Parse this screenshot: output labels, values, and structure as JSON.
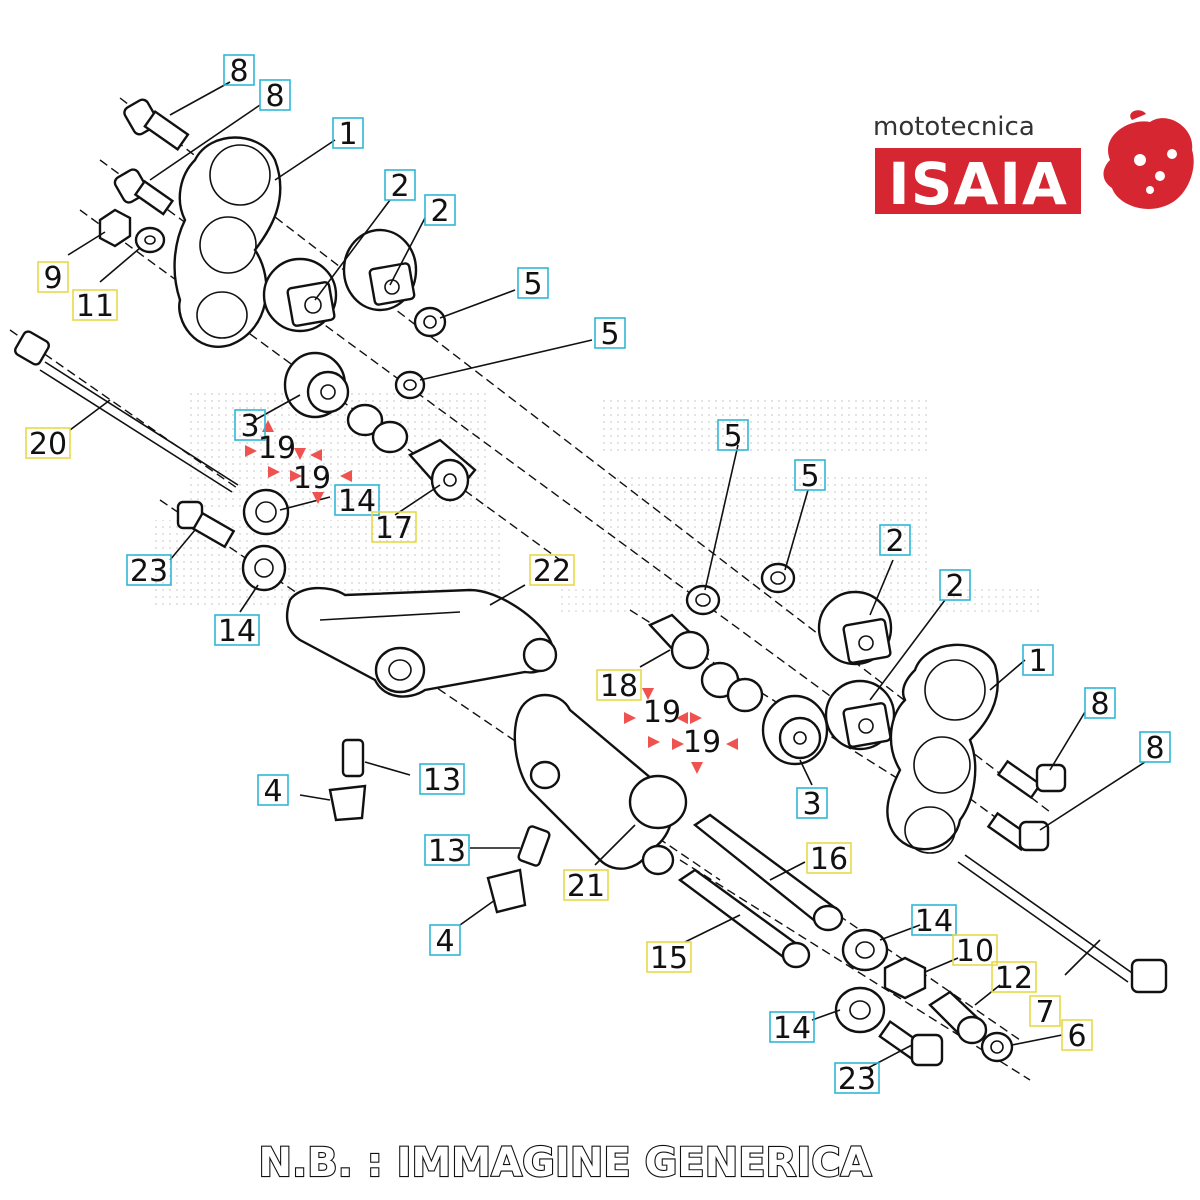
{
  "brand": {
    "name_top": "mototecnica",
    "name_main": "ISAIA",
    "color_red": "#d62631"
  },
  "footer_note": "N.B. : IMMAGINE GENERICA",
  "colors": {
    "label_box_cyan": "#2fb7d6",
    "label_box_yellow": "#e8d84a",
    "marker_red": "#ef5350"
  },
  "callouts": [
    {
      "text": "8",
      "box": "cyan"
    },
    {
      "text": "8",
      "box": "cyan"
    },
    {
      "text": "1",
      "box": "cyan"
    },
    {
      "text": "2",
      "box": "cyan"
    },
    {
      "text": "2",
      "box": "cyan"
    },
    {
      "text": "9",
      "box": "yellow"
    },
    {
      "text": "11",
      "box": "yellow"
    },
    {
      "text": "5",
      "box": "cyan"
    },
    {
      "text": "5",
      "box": "cyan"
    },
    {
      "text": "20",
      "box": "yellow"
    },
    {
      "text": "3",
      "box": "cyan"
    },
    {
      "text": "19",
      "box": "none"
    },
    {
      "text": "19",
      "box": "none"
    },
    {
      "text": "14",
      "box": "cyan"
    },
    {
      "text": "17",
      "box": "yellow"
    },
    {
      "text": "23",
      "box": "cyan"
    },
    {
      "text": "14",
      "box": "cyan"
    },
    {
      "text": "22",
      "box": "yellow"
    },
    {
      "text": "5",
      "box": "cyan"
    },
    {
      "text": "5",
      "box": "cyan"
    },
    {
      "text": "2",
      "box": "cyan"
    },
    {
      "text": "2",
      "box": "cyan"
    },
    {
      "text": "1",
      "box": "cyan"
    },
    {
      "text": "18",
      "box": "yellow"
    },
    {
      "text": "19",
      "box": "none"
    },
    {
      "text": "19",
      "box": "none"
    },
    {
      "text": "8",
      "box": "cyan"
    },
    {
      "text": "8",
      "box": "cyan"
    },
    {
      "text": "3",
      "box": "cyan"
    },
    {
      "text": "4",
      "box": "cyan"
    },
    {
      "text": "13",
      "box": "cyan"
    },
    {
      "text": "13",
      "box": "cyan"
    },
    {
      "text": "21",
      "box": "yellow"
    },
    {
      "text": "16",
      "box": "yellow"
    },
    {
      "text": "4",
      "box": "cyan"
    },
    {
      "text": "15",
      "box": "yellow"
    },
    {
      "text": "14",
      "box": "cyan"
    },
    {
      "text": "10",
      "box": "yellow"
    },
    {
      "text": "12",
      "box": "yellow"
    },
    {
      "text": "7",
      "box": "yellow"
    },
    {
      "text": "6",
      "box": "yellow"
    },
    {
      "text": "14",
      "box": "cyan"
    },
    {
      "text": "23",
      "box": "cyan"
    }
  ]
}
